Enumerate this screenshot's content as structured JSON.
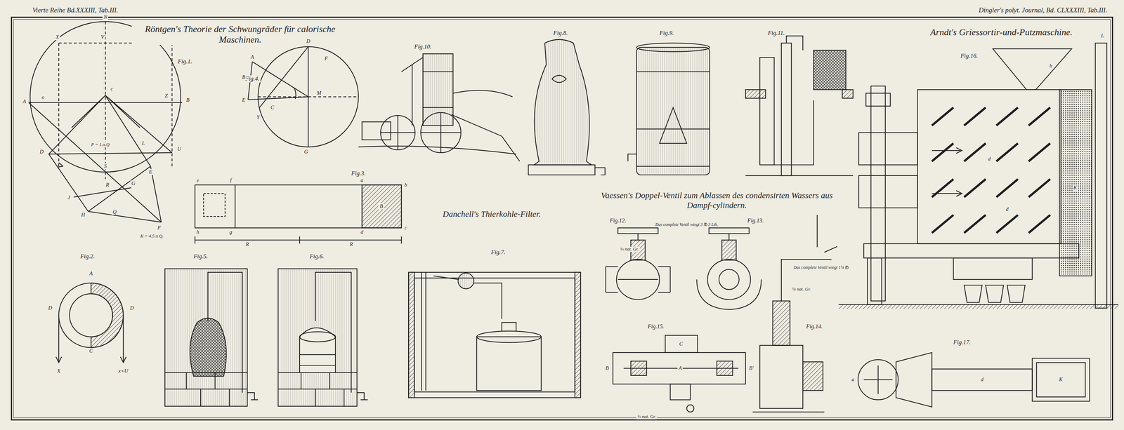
{
  "diagram": {
    "labels": [
      "Vierte Reihe Bd.XXXIII, Tab.III.",
      "Dingler's polyt. Journal, Bd. CLXXXIII, Tab.III.",
      "Röntgen's Theorie der Schwungräder für calorische Maschinen.",
      "Arndt's Griessortir-und-Putzmaschine.",
      "Fig.1.",
      "Fig.4.",
      "Fig.10.",
      "Fig.8.",
      "Fig.9.",
      "Fig.11.",
      "Fig.16.",
      "Fig.3.",
      "Danchell's Thierkohle-Filter.",
      "Fig.2.",
      "Fig.5.",
      "Fig.6.",
      "Fig.7.",
      "Vaessen's Doppel-Ventil zum Ablassen des condensirten Wassers aus Dampf-cylindern.",
      "Fig.12.",
      "Das complete Ventil wiegt 3 ℔ 3 Lth.",
      "Fig.13.",
      "⅓ nat. Gr.",
      "Das complete Ventil wiegt 1¼ ℔.",
      "¼ nat. Gr.",
      "Fig.15.",
      "Fig.14.",
      "⅓ nat. Gr.",
      "Fig.17.",
      "N",
      "X",
      "V",
      "c",
      "Z",
      "B",
      "A",
      "o",
      "D",
      "P = 1.π.Q",
      "L",
      "U",
      "S",
      "E",
      "R",
      "J",
      "G",
      "H",
      "Q",
      "F",
      "K = 4.5 π Q.",
      "D",
      "F",
      "A",
      "B",
      "M",
      "E",
      "Y",
      "C",
      "G",
      "A",
      "D",
      "D",
      "C",
      "X",
      "x+U",
      "e",
      "f",
      "a",
      "b",
      "h",
      "g",
      "d",
      "c",
      "B",
      "R",
      "R",
      "h",
      "L",
      "K",
      "d",
      "d",
      "K",
      "d",
      "a",
      "C",
      "A",
      "B",
      "B'"
    ]
  }
}
